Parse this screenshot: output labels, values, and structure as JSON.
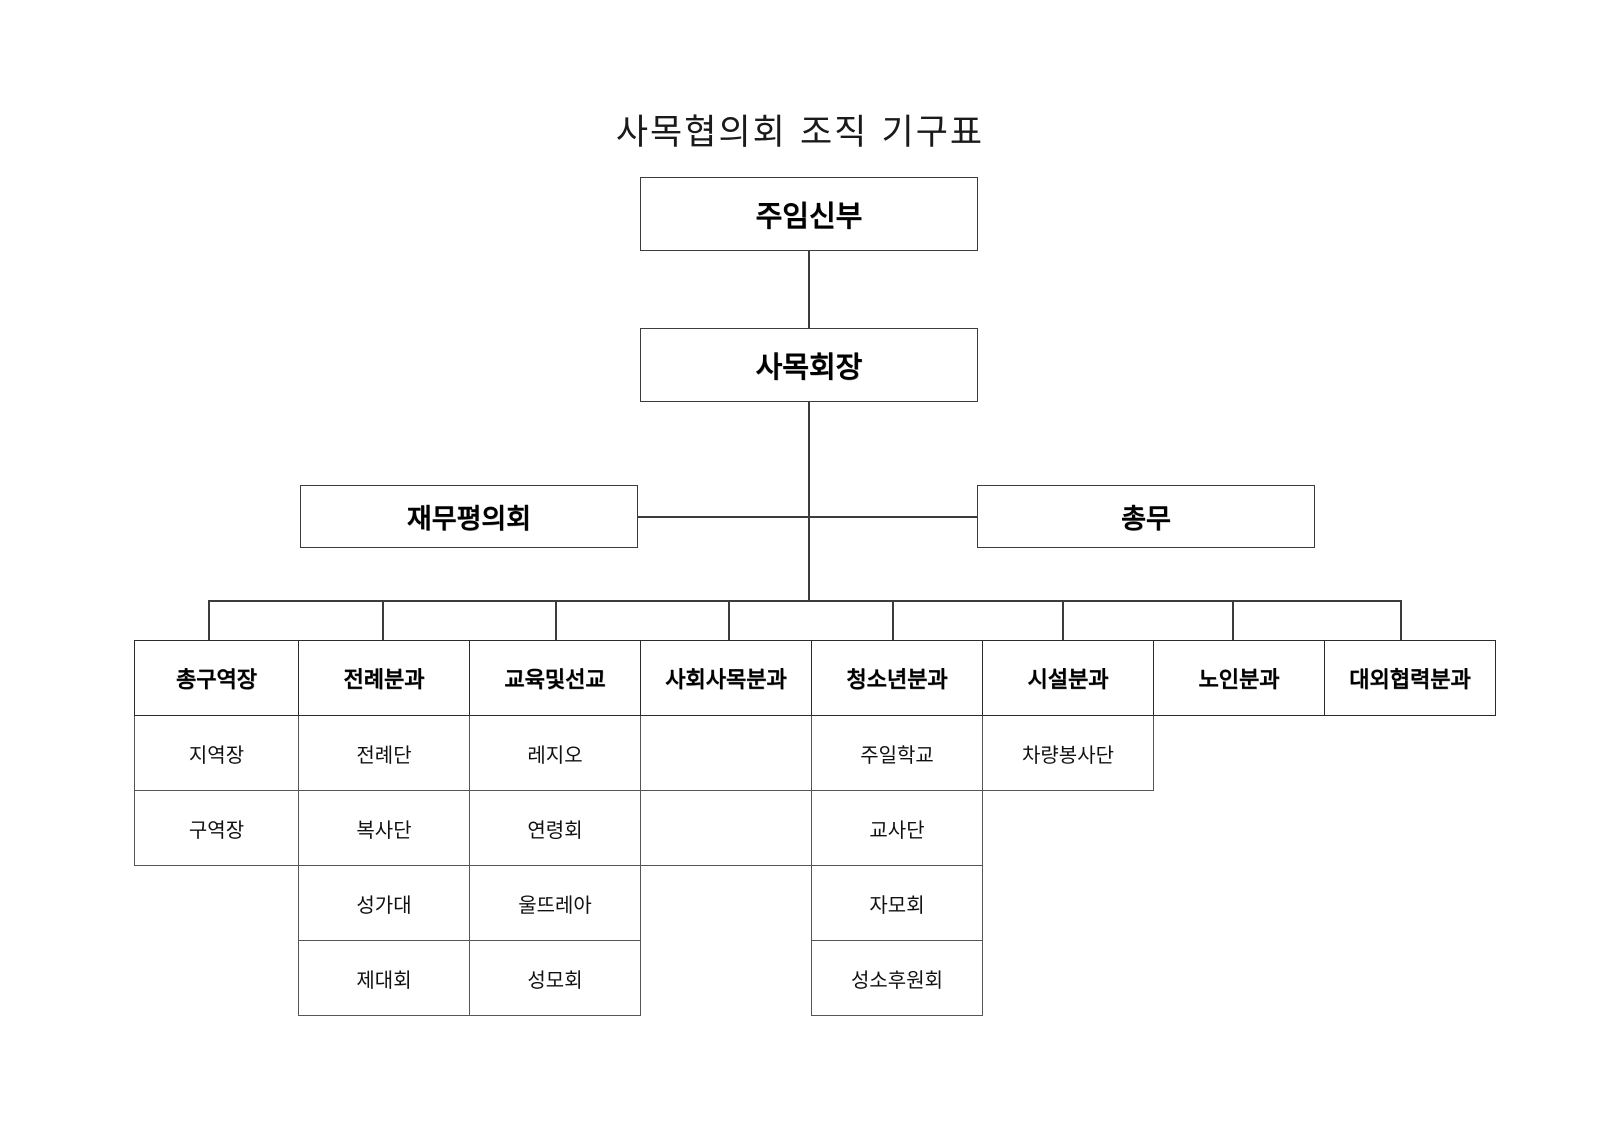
{
  "title": "사목협의회 조직 기구표",
  "nodes": {
    "chief": "주임신부",
    "chair": "사목회장",
    "finance": "재무평의회",
    "general": "총무"
  },
  "departments": [
    {
      "header": "총구역장",
      "items": [
        "지역장",
        "구역장"
      ]
    },
    {
      "header": "전례분과",
      "items": [
        "전례단",
        "복사단",
        "성가대",
        "제대회"
      ]
    },
    {
      "header": "교육및선교",
      "items": [
        "레지오",
        "연령회",
        "울뜨레아",
        "성모회"
      ]
    },
    {
      "header": "사회사목분과",
      "items": []
    },
    {
      "header": "청소년분과",
      "items": [
        "주일학교",
        "교사단",
        "자모회",
        "성소후원회"
      ]
    },
    {
      "header": "시설분과",
      "items": [
        "차량봉사단"
      ]
    },
    {
      "header": "노인분과",
      "items": []
    },
    {
      "header": "대외협력분과",
      "items": []
    }
  ],
  "colors": {
    "line": "#3c3c3c",
    "border": "#555555",
    "text": "#000000",
    "background": "#ffffff"
  }
}
